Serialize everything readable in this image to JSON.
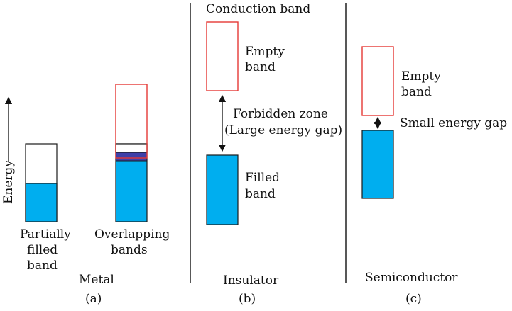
{
  "colors": {
    "filled": "#00AEEF",
    "empty_outline": "#E53935",
    "overlap": "#3F3FA8",
    "text": "#111111"
  },
  "axis": {
    "label": "Energy"
  },
  "panels": {
    "a": {
      "band1_label": [
        "Partially",
        "filled",
        "band"
      ],
      "band2_label": [
        "Overlapping",
        "bands"
      ],
      "material": "Metal",
      "tag": "(a)"
    },
    "b": {
      "top_label": "Conduction band",
      "empty_label": [
        "Empty",
        "band"
      ],
      "gap_label": [
        "Forbidden zone",
        "(Large energy gap)"
      ],
      "filled_label": [
        "Filled",
        "band"
      ],
      "material": "Insulator",
      "tag": "(b)"
    },
    "c": {
      "empty_label": [
        "Empty",
        "band"
      ],
      "gap_label": "Small energy gap",
      "material": "Semiconductor",
      "tag": "(c)"
    }
  }
}
